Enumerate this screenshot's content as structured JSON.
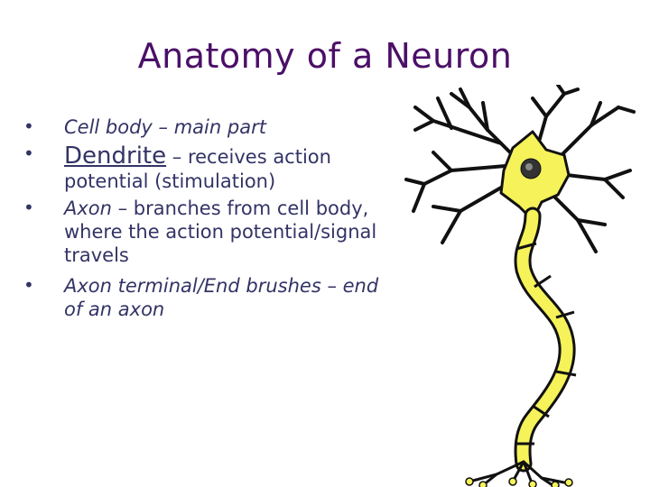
{
  "slide": {
    "title": "Anatomy of a Neuron",
    "bullets": [
      {
        "term": "Cell body",
        "rest": " – main part"
      },
      {
        "term": "Dendrite",
        "rest": " – receives action potential (stimulation)"
      },
      {
        "term": "Axon",
        "rest": " – branches from cell body, where the action potential/signal travels"
      },
      {
        "term": "Axon terminal/End brushes",
        "rest": " – end of an axon"
      }
    ]
  },
  "colors": {
    "title": "#4b0f67",
    "text": "#333366",
    "neuron_fill": "#f5f25a",
    "neuron_outline": "#000000"
  }
}
